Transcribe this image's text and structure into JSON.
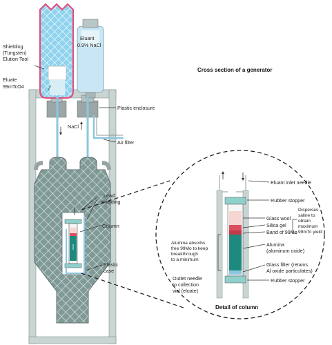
{
  "diagram": {
    "heading": "Cross section of a generator",
    "detail_heading": "Detail of column",
    "labels": {
      "shielding": [
        "Shielding",
        "(Tungsten)",
        "Elution Tool"
      ],
      "eluate": "Eluate",
      "pertechnetate": "99mTcO4",
      "eluant_bottle": [
        "Eluant",
        "0.9% NaCl"
      ],
      "plastic_enclosure": "Plastic enclosure",
      "nacl": "NaCl",
      "air_filter": "Air filter",
      "lead_shielding": [
        "Lead",
        "shielding"
      ],
      "column": "Column",
      "plastic_case": [
        "Plastic",
        "case"
      ],
      "eluant_inlet_needle": "Eluant inlet needle",
      "rubber_stopper_top": "Rubber stopper",
      "glass_wool": "Glass wool",
      "silica_gel": "Silica gel",
      "band_of_mo": "Band of 99Mo",
      "disperses": [
        "Disperses",
        "saline to",
        "obtain",
        "maximum",
        "99mTc yield"
      ],
      "alumina": [
        "Alumina",
        "(aluminum oxide)"
      ],
      "alumina_absorbs": [
        "Alumina absorbs",
        "free 99Mo to keep",
        "breakthrough",
        "to a minimum"
      ],
      "glass_filter": [
        "Glass filter (retains",
        "Al oxide particulates)"
      ],
      "outlet_needle": [
        "Outlet needle",
        "to collection",
        "vial (eluate)"
      ],
      "rubber_stopper_bottom": "Rubber stopper"
    },
    "colors": {
      "tungsten_fill": "#8fd3ee",
      "tungsten_border": "#e0507a",
      "lead_fill": "#7f9a98",
      "enclosure": "#c9d5d3",
      "eluant_blue": "#c8e6f3",
      "alumina": "#1e8a7f",
      "silica": "#d94f5e",
      "glass_wool": "#f6d6d0",
      "stopper": "#8fd0cc"
    }
  }
}
